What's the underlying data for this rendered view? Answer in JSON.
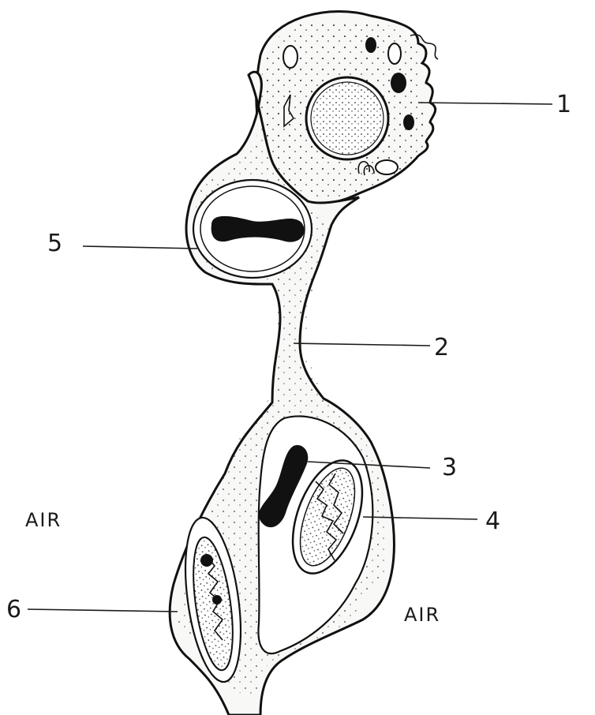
{
  "labels": {
    "l1": "1",
    "l2": "2",
    "l3": "3",
    "l4": "4",
    "l5": "5",
    "l6": "6"
  },
  "regions": {
    "air_left": "AIR",
    "air_right": "AIR"
  }
}
